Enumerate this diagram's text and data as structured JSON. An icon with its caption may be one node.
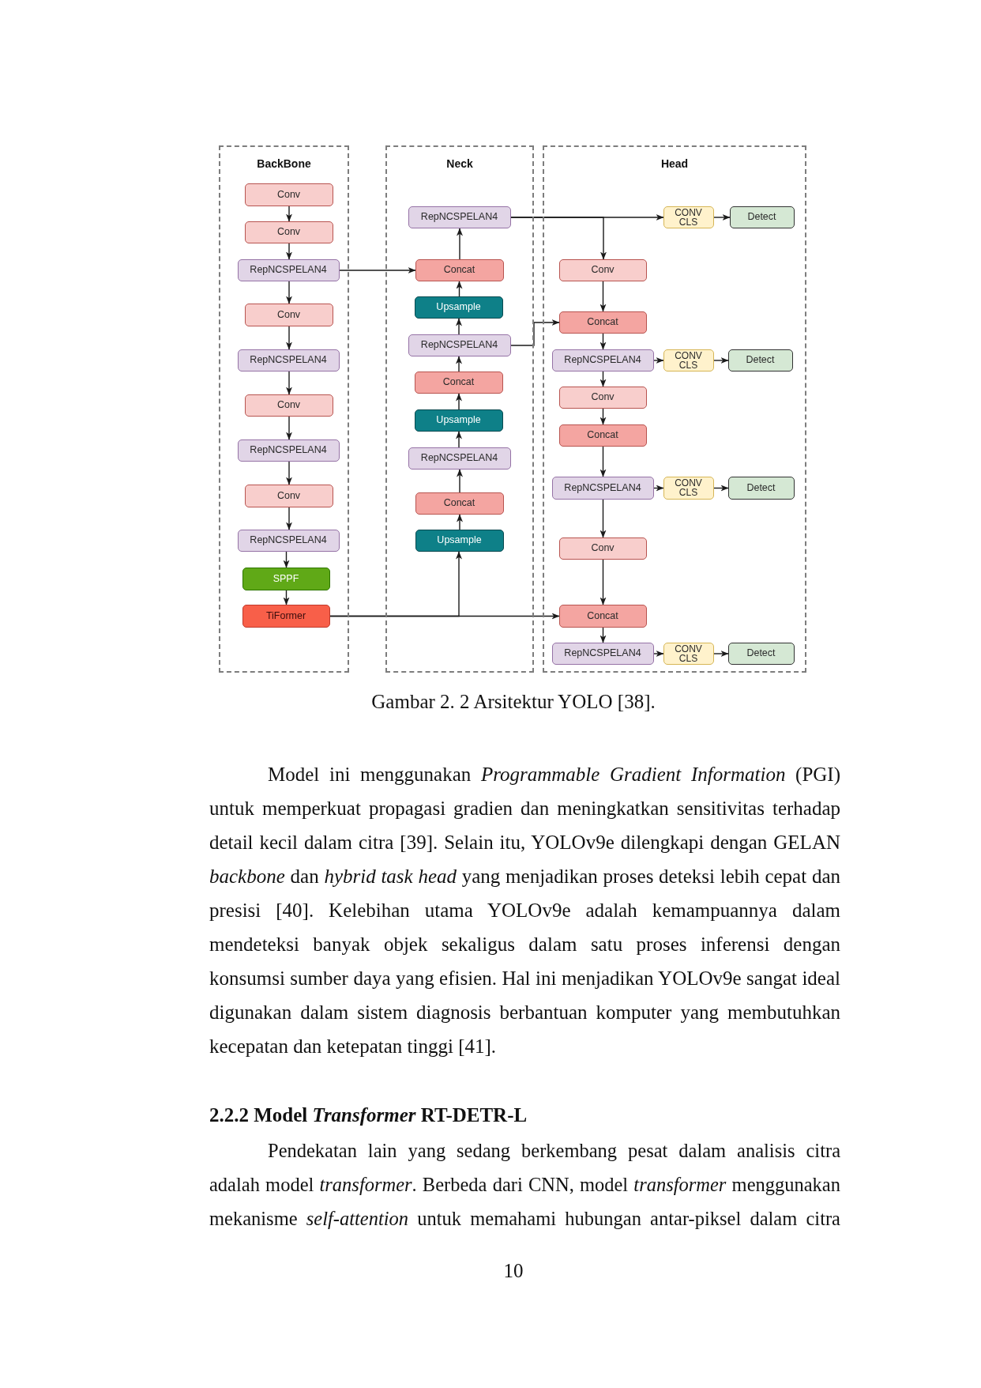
{
  "diagram": {
    "caption": "Gambar 2. 2 Arsitektur YOLO [38].",
    "nodes": [
      {
        "text": [
          "BackBone"
        ]
      },
      {
        "text": [
          "Conv"
        ],
        "in": 0
      },
      {
        "text": [
          "Conv"
        ],
        "in": 0
      },
      {
        "text": [
          "RepNCSPELAN4"
        ],
        "in": 0
      },
      {
        "text": [
          "Conv"
        ],
        "in": 0
      },
      {
        "text": [
          "RepNCSPELAN4"
        ],
        "in": 0
      },
      {
        "text": [
          "Conv"
        ],
        "in": 0
      },
      {
        "text": [
          "RepNCSPELAN4"
        ],
        "in": 0
      },
      {
        "text": [
          "Conv"
        ],
        "in": 0
      },
      {
        "text": [
          "RepNCSPELAN4"
        ],
        "in": 0
      },
      {
        "text": [
          "SPPF"
        ],
        "in": 0
      },
      {
        "text": [
          "TiFormer"
        ],
        "in": 0
      },
      {
        "text": [
          "Neck"
        ]
      },
      {
        "text": [
          "RepNCSPELAN4"
        ],
        "in": 12
      },
      {
        "text": [
          "Concat"
        ],
        "in": 12
      },
      {
        "text": [
          "Upsample"
        ],
        "in": 12
      },
      {
        "text": [
          "RepNCSPELAN4"
        ],
        "in": 12
      },
      {
        "text": [
          "Concat"
        ],
        "in": 12
      },
      {
        "text": [
          "Upsample"
        ],
        "in": 12
      },
      {
        "text": [
          "RepNCSPELAN4"
        ],
        "in": 12
      },
      {
        "text": [
          "Concat"
        ],
        "in": 12
      },
      {
        "text": [
          "Upsample"
        ],
        "in": 12
      },
      {
        "text": [
          "Head"
        ]
      },
      {
        "text": [
          "CONV CLS"
        ],
        "in": 22
      },
      {
        "text": [
          "Detect"
        ],
        "in": 22
      },
      {
        "text": [
          "Conv"
        ],
        "in": 22
      },
      {
        "text": [
          "Concat"
        ],
        "in": 22
      },
      {
        "text": [
          "RepNCSPELAN4"
        ],
        "in": 22
      },
      {
        "text": [
          "CONV CLS"
        ],
        "in": 22
      },
      {
        "text": [
          "Detect"
        ],
        "in": 22
      },
      {
        "text": [
          "Conv"
        ],
        "in": 22
      },
      {
        "text": [
          "Concat"
        ],
        "in": 22
      },
      {
        "text": [
          "RepNCSPELAN4"
        ],
        "in": 22
      },
      {
        "text": [
          "CONV CLS"
        ],
        "in": 22
      },
      {
        "text": [
          "Detect"
        ],
        "in": 22
      },
      {
        "text": [
          "Conv"
        ],
        "in": 22
      },
      {
        "text": [
          "Concat"
        ],
        "in": 22
      },
      {
        "text": [
          "RepNCSPELAN4"
        ],
        "in": 22
      },
      {
        "text": [
          "CONV CLS"
        ],
        "in": 22
      },
      {
        "text": [
          "Detect"
        ],
        "in": 22
      }
    ],
    "edges": [
      {
        "from": 1,
        "to": 2,
        "arrow": "to"
      },
      {
        "from": 2,
        "to": 3,
        "arrow": "to"
      },
      {
        "from": 3,
        "to": 4,
        "arrow": "to"
      },
      {
        "from": 4,
        "to": 5,
        "arrow": "to"
      },
      {
        "from": 5,
        "to": 6,
        "arrow": "to"
      },
      {
        "from": 6,
        "to": 7,
        "arrow": "to"
      },
      {
        "from": 7,
        "to": 8,
        "arrow": "to"
      },
      {
        "from": 8,
        "to": 9,
        "arrow": "to"
      },
      {
        "from": 9,
        "to": 10,
        "arrow": "to"
      },
      {
        "from": 10,
        "to": 11,
        "arrow": "to"
      },
      {
        "from": 3,
        "to": 14,
        "arrow": "to"
      },
      {
        "from": 11,
        "to": 21,
        "arrow": "to"
      },
      {
        "from": 11,
        "to": 36,
        "arrow": "to"
      },
      {
        "from": 21,
        "to": 20,
        "arrow": "to"
      },
      {
        "from": 20,
        "to": 19,
        "arrow": "to"
      },
      {
        "from": 19,
        "to": 18,
        "arrow": "to"
      },
      {
        "from": 18,
        "to": 17,
        "arrow": "to"
      },
      {
        "from": 17,
        "to": 16,
        "arrow": "to"
      },
      {
        "from": 16,
        "to": 15,
        "arrow": "to"
      },
      {
        "from": 15,
        "to": 14,
        "arrow": "to"
      },
      {
        "from": 14,
        "to": 13,
        "arrow": "to"
      },
      {
        "from": 13,
        "to": 23,
        "arrow": "to"
      },
      {
        "from": 13,
        "to": 25,
        "arrow": "to"
      },
      {
        "from": 16,
        "to": 26,
        "arrow": "to"
      },
      {
        "from": 23,
        "to": 24,
        "arrow": "to"
      },
      {
        "from": 25,
        "to": 26,
        "arrow": "to"
      },
      {
        "from": 26,
        "to": 27,
        "arrow": "to"
      },
      {
        "from": 27,
        "to": 28,
        "arrow": "to"
      },
      {
        "from": 28,
        "to": 29,
        "arrow": "to"
      },
      {
        "from": 27,
        "to": 30,
        "arrow": "to"
      },
      {
        "from": 30,
        "to": 31,
        "arrow": "to"
      },
      {
        "from": 31,
        "to": 32,
        "arrow": "to"
      },
      {
        "from": 32,
        "to": 33,
        "arrow": "to"
      },
      {
        "from": 33,
        "to": 34,
        "arrow": "to"
      },
      {
        "from": 32,
        "to": 35,
        "arrow": "to"
      },
      {
        "from": 35,
        "to": 36,
        "arrow": "to"
      },
      {
        "from": 36,
        "to": 37,
        "arrow": "to"
      },
      {
        "from": 37,
        "to": 38,
        "arrow": "to"
      },
      {
        "from": 38,
        "to": 39,
        "arrow": "to"
      }
    ],
    "labels": [
      "Model ini menggunakan *Programmable Gradient Information* (PGI) untuk memperkuat propagasi gradien dan meningkatkan sensitivitas terhadap detail kecil dalam citra [39]. Selain itu, YOLOv9e dilengkapi dengan GELAN *backbone* dan *hybrid task head* yang menjadikan proses deteksi lebih cepat dan presisi [40]. Kelebihan utama YOLOv9e adalah kemampuannya dalam mendeteksi banyak objek sekaligus dalam satu proses inferensi dengan konsumsi sumber daya yang efisien. Hal ini menjadikan YOLOv9e sangat ideal digunakan dalam sistem diagnosis berbantuan komputer yang membutuhkan kecepatan dan ketepatan tinggi [41].",
      "2.2.2 Model *Transformer* RT-DETR-L",
      "Pendekatan lain yang sedang berkembang pesat dalam analisis citra adalah model *transformer*. Berbeda dari CNN, model *transformer* menggunakan mekanisme *self-attention* untuk memahami hubungan antar-piksel dalam citra",
      "10"
    ]
  }
}
